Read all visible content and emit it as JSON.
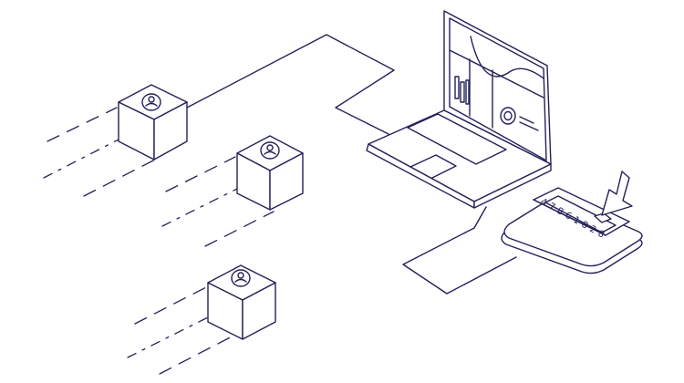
{
  "code": {
    "digits": [
      "4",
      "7",
      "8",
      "6",
      "1",
      "8",
      "2",
      "8"
    ]
  },
  "colors": {
    "stroke": "#23215a",
    "background": "#ffffff"
  },
  "icons": [
    "user-profile-icon",
    "laptop-icon",
    "card-reader-icon",
    "cursor-arrow-icon"
  ]
}
